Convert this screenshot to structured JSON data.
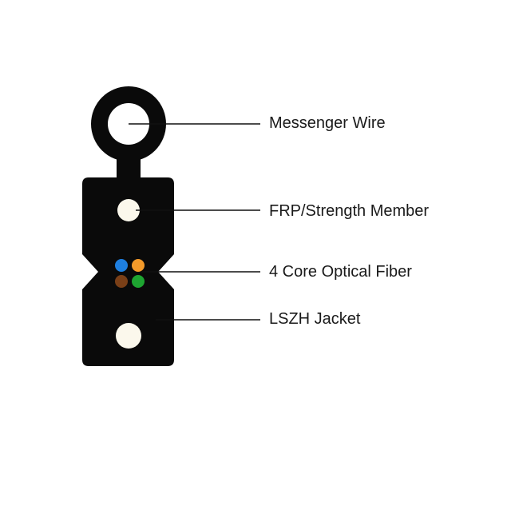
{
  "labels": {
    "messenger": "Messenger Wire",
    "frp": "FRP/Strength Member",
    "fiber": "4 Core Optical Fiber",
    "jacket": "LSZH Jacket"
  },
  "colors": {
    "jacket": "#0a0a0a",
    "member": "#fbf8ec",
    "fibers": [
      "#1e7fe0",
      "#f39a2a",
      "#7a3f17",
      "#1ea531"
    ]
  }
}
